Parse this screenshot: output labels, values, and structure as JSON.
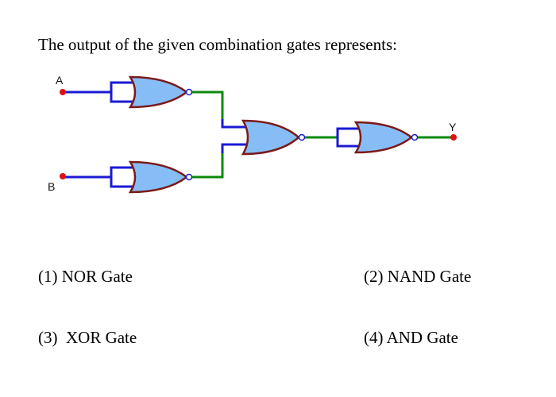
{
  "question": {
    "text": "The output of the given combination gates represents:"
  },
  "circuit": {
    "input_a_label": "A",
    "input_b_label": "B",
    "output_label": "Y",
    "colors": {
      "input_wire": "#1a1ad6",
      "output_wire": "#0b8a0b",
      "gate_fill": "#87bdf7",
      "gate_stroke": "#7a1a1a",
      "terminal": "#e01010"
    }
  },
  "options": [
    {
      "label": "(1) NOR Gate"
    },
    {
      "label": "(2) NAND Gate"
    },
    {
      "label": "(3)  XOR Gate"
    },
    {
      "label": "(4) AND Gate"
    }
  ]
}
